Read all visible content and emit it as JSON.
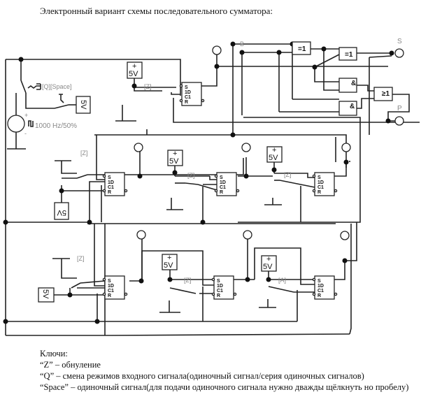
{
  "title": "Электронный вариант схемы последовательного сумматора:",
  "generator": {
    "label": "1000 Hz/50%",
    "switch_keys": "[Q][Space]"
  },
  "power_label": "5V",
  "power_plus": "+",
  "key_z": "[Z]",
  "key_a": "[A]",
  "flipflop_pins": [
    "S",
    "1D",
    "C1",
    "R"
  ],
  "gates": {
    "xor": "=1",
    "and": "&",
    "or": "≥1"
  },
  "outputs": {
    "sum": "S",
    "carry": "P",
    "b_tag": "B"
  },
  "keys": {
    "heading": "Ключи:",
    "lines": [
      "“Z” – обнуление",
      "“Q” – смена режимов входного сигнала(одиночный сигнал/серия одиночных сигналов)",
      "“Space” – одиночный сигнал(для подачи одиночного сигнала нужно дважды щёлкнуть но пробелу)"
    ]
  }
}
